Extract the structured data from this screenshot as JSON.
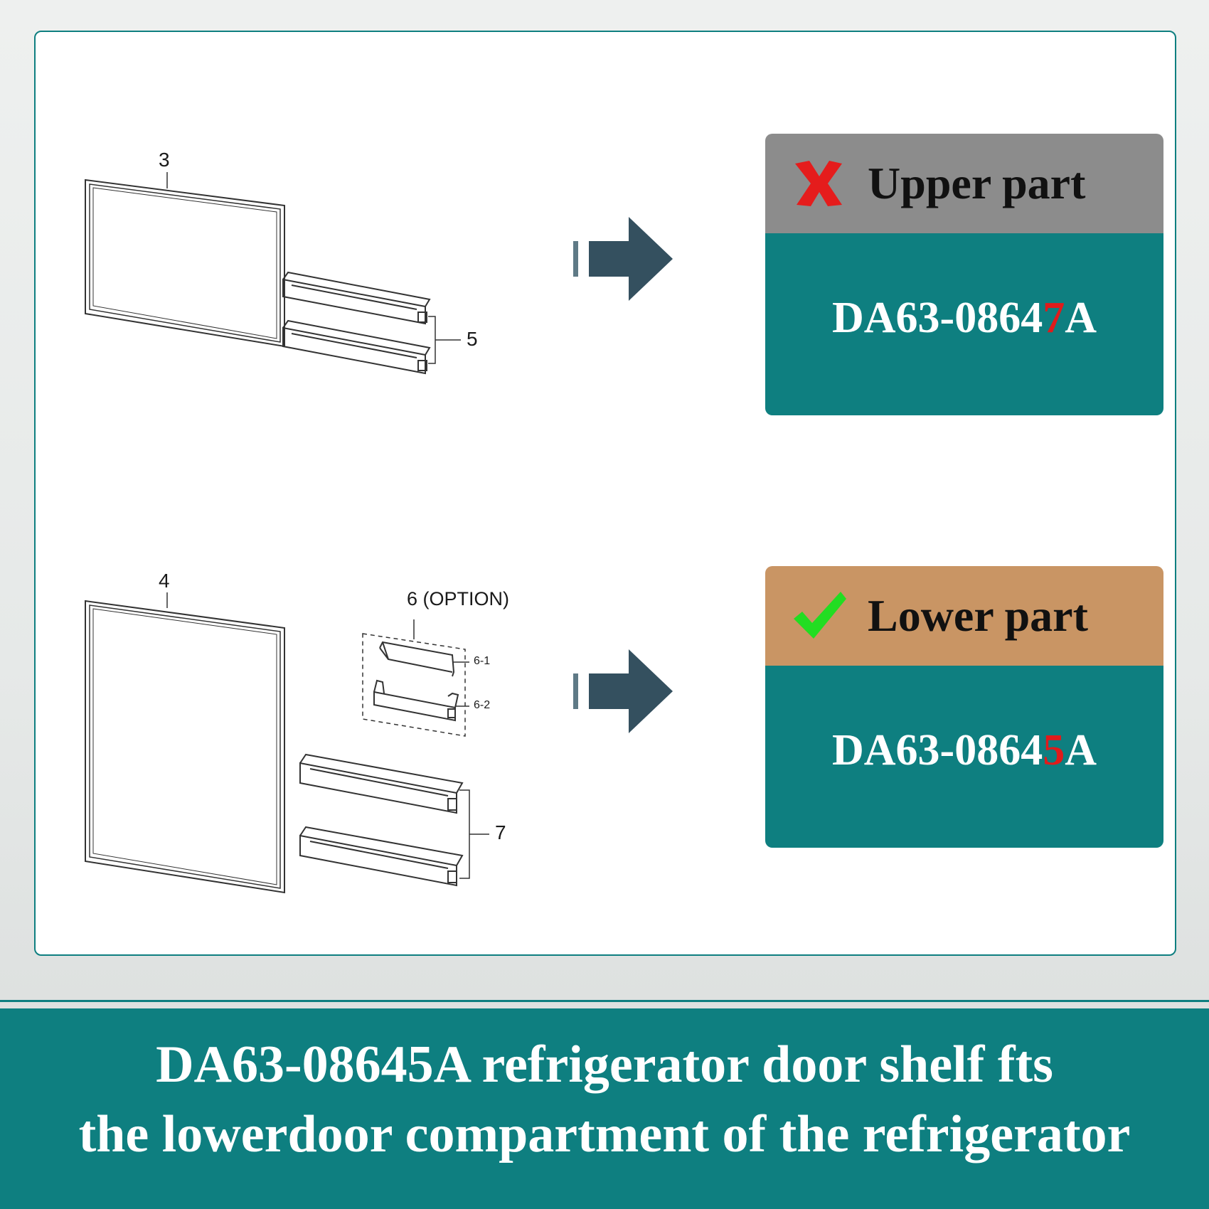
{
  "diagram_upper": {
    "callout_gasket": "3",
    "callout_shelves": "5"
  },
  "diagram_lower": {
    "callout_gasket": "4",
    "callout_option": "6 (OPTION)",
    "callout_option_a": "6-1",
    "callout_option_b": "6-2",
    "callout_shelves": "7"
  },
  "card_upper": {
    "label": "Upper part",
    "status_icon": "x-mark-icon",
    "part_prefix": "DA63-0864",
    "part_digit": "7",
    "part_suffix": "A",
    "header_color": "#8c8c8c"
  },
  "card_lower": {
    "label": "Lower part",
    "status_icon": "check-mark-icon",
    "part_prefix": "DA63-0864",
    "part_digit": "5",
    "part_suffix": "A",
    "header_color": "#c99564"
  },
  "banner": {
    "line1": "DA63-08645A refrigerator door shelf fts",
    "line2": "the lowerdoor compartment of the refrigerator"
  },
  "colors": {
    "teal": "#0e7f80",
    "arrow": "#34505f",
    "highlight_digit": "#e01b1b",
    "x_mark": "#e51c1c",
    "check_mark": "#22dd22"
  }
}
